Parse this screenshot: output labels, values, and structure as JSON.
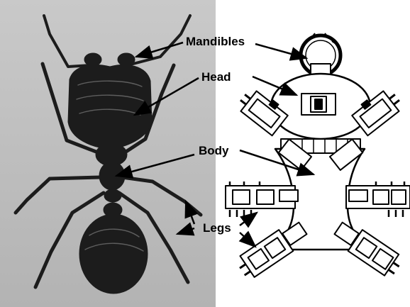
{
  "labels": {
    "mandibles": "Mandibles",
    "head": "Head",
    "body": "Body",
    "legs": "Legs"
  },
  "colors": {
    "photo_background": "#c1c1c1",
    "ant_body": "#1a1a1a",
    "robot_outline": "#000000",
    "robot_fill": "#ffffff"
  },
  "panels": {
    "left": "ant-photograph",
    "right": "robot-schematic"
  }
}
